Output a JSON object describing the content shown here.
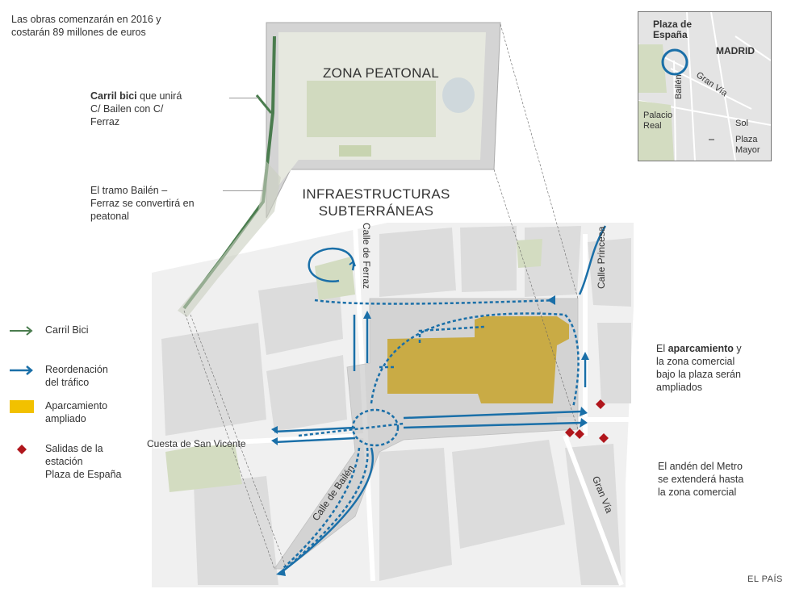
{
  "header": {
    "note_line1": "Las obras comenzarán en 2016 y",
    "note_line2": "costarán 89 millones de euros"
  },
  "zones": {
    "pedestrian": "ZONA PEATONAL",
    "underground_line1": "INFRAESTRUCTURAS",
    "underground_line2": "SUBTERRÁNEAS"
  },
  "annotations": {
    "bike_bold": "Carril bici",
    "bike_rest": " que unirá",
    "bike_line2": "C/ Bailen con C/",
    "bike_line3": "Ferraz",
    "segment_line1": "El tramo Bailén –",
    "segment_line2": "Ferraz se convertirá en",
    "segment_line3": "peatonal",
    "parking_pre": "El ",
    "parking_bold": "aparcamiento",
    "parking_post": " y",
    "parking_line2": "la zona comercial",
    "parking_line3": "bajo la plaza serán",
    "parking_line4": "ampliados",
    "metro_line1": "El andén del Metro",
    "metro_line2": "se extenderá hasta",
    "metro_line3": "la zona comercial"
  },
  "legend": [
    {
      "line1": "Carril Bici",
      "line2": "",
      "line3": "",
      "color": "#4a7c4e",
      "icon": "green-arrow"
    },
    {
      "line1": "Reordenación",
      "line2": "del tráfico",
      "line3": "",
      "color": "#1a6fa8",
      "icon": "blue-arrow"
    },
    {
      "line1": "Aparcamiento",
      "line2": "ampliado",
      "line3": "",
      "color": "#f2c100",
      "icon": "yellow-box"
    },
    {
      "line1": "Salidas de la",
      "line2": "estación",
      "line3": "Plaza de España",
      "color": "#b0161c",
      "icon": "red-diamond"
    }
  ],
  "streets": {
    "ferraz": "Calle de Ferraz",
    "princesa": "Calle Princesa",
    "san_vicente": "Cuesta de San Vicente",
    "bailen": "Calle de Bailén",
    "gran_via": "Gran Vía"
  },
  "inset": {
    "plaza_line1": "Plaza de",
    "plaza_line2": "España",
    "city": "MADRID",
    "gran_via": "Gran Vía",
    "bailen": "Bailén",
    "palacio_line1": "Palacio",
    "palacio_line2": "Real",
    "sol": "Sol",
    "mayor_line1": "Plaza",
    "mayor_line2": "Mayor"
  },
  "credit": "EL PAÍS",
  "colors": {
    "bike": "#4a7c4e",
    "traffic": "#1a6fa8",
    "parking": "#c9ab45",
    "exits": "#b0161c",
    "blocks": "#dedede",
    "park": "#d3dcc1"
  }
}
